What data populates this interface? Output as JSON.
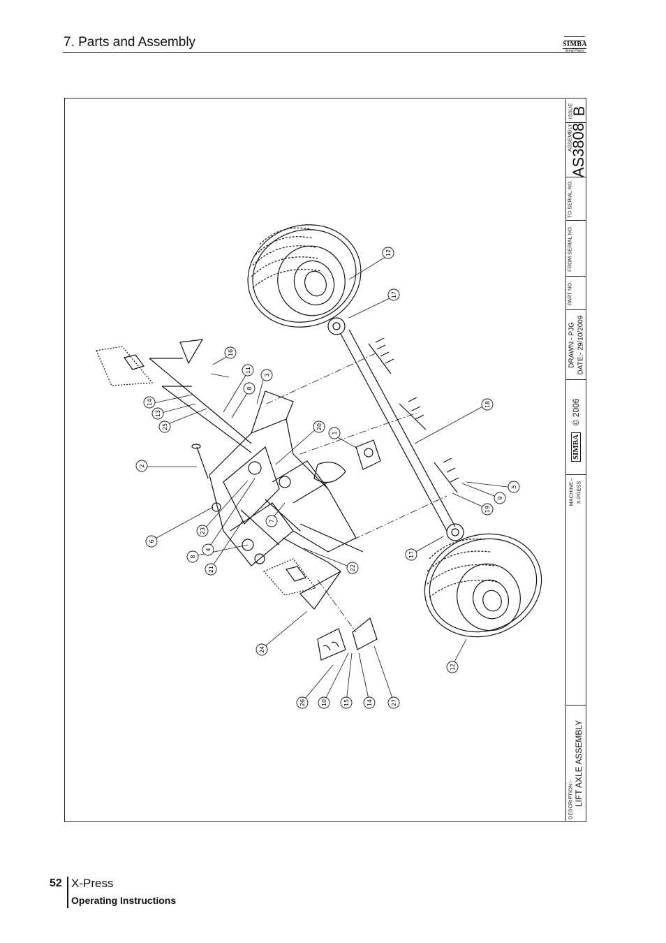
{
  "header": {
    "title": "7. Parts and Assembly",
    "logo_name": "SIMBA",
    "logo_sub": "Great Plains"
  },
  "title_block": {
    "issue_label": "ISSUE",
    "issue": "B",
    "assembly_label": "ASSEMBLY",
    "assembly": "AS3808",
    "to_serial_label": "TO SERIAL NO.",
    "from_serial_label": "FROM SERIAL NO.",
    "part_no_label": "PART NO.",
    "drawn": "DRAWN:- PJG",
    "date": "DATE:- 29/10/2009",
    "copyright": "© 2006",
    "brand": "SIMBA",
    "machine_label": "MACHINE:-",
    "machine": "X-PRESS",
    "description_label": "DESCRIPTION:-",
    "description": "LIFT AXLE ASSEMBLY"
  },
  "callouts": [
    "12",
    "17",
    "16",
    "11",
    "3",
    "14",
    "13",
    "25",
    "8",
    "20",
    "1",
    "2",
    "18",
    "5",
    "9",
    "19",
    "6",
    "23",
    "4",
    "8",
    "21",
    "7",
    "22",
    "17",
    "24",
    "12",
    "26",
    "10",
    "15",
    "14",
    "27"
  ],
  "footer": {
    "page_number": "52",
    "product": "X-Press",
    "subtitle": "Operating Instructions"
  }
}
